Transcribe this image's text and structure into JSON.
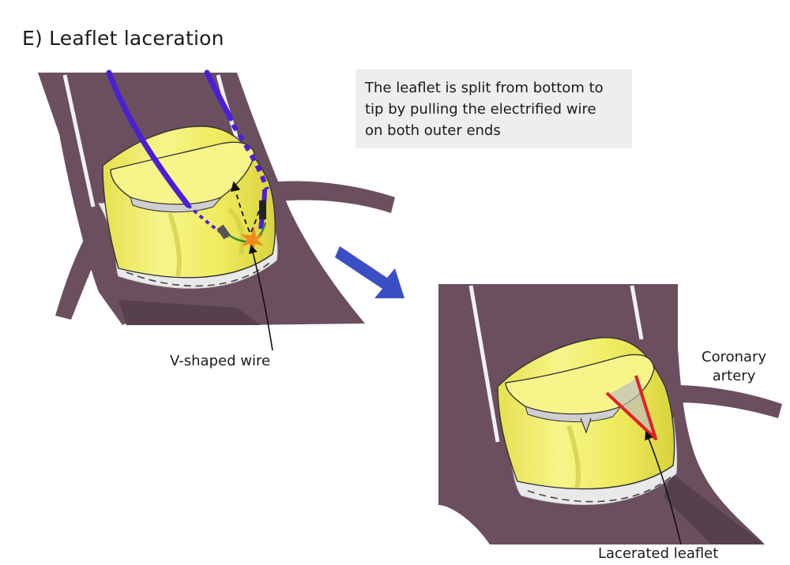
{
  "title": "E) Leaflet laceration",
  "note": {
    "lines": [
      "The leaflet is split from bottom to",
      "tip by pulling the electrified wire",
      "on both outer ends"
    ]
  },
  "labels": {
    "v_wire": "V-shaped wire",
    "coronary_line1": "Coronary",
    "coronary_line2": "artery",
    "lacerated": "Lacerated leaflet"
  },
  "colors": {
    "vessel": "#6b4f5f",
    "vessel_dark": "#55404c",
    "lumen_line": "#f2f2f2",
    "leaflet": "#f2f06a",
    "leaflet_dark": "#c9c43c",
    "wire_blue": "#4b1fd6",
    "cut_red": "#e0202a",
    "arrow_blue": "#3b4fc4",
    "spark": "#f08a1c"
  }
}
